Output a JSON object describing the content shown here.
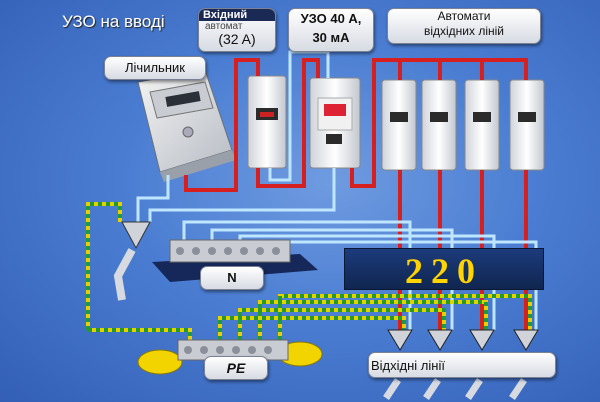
{
  "title": "УЗО на вводі",
  "labels": {
    "input_line1": "Вхідний",
    "input_line2": "автомат",
    "input_line3": "(32 A)",
    "rcd_line1": "УЗО 40 А,",
    "rcd_line2": "30 мА",
    "breakers_line1": "Автомати",
    "breakers_line2": "відхідних ліній",
    "meter": "Лічильник",
    "neutral": "N",
    "ground": "PE",
    "outgoing": "Відхідні лінії"
  },
  "display": {
    "voltage": "220"
  },
  "colors": {
    "phase": "#d62020",
    "neutral": "#bfe6ff",
    "ground_yellow": "#e8d000",
    "ground_green": "#1f9a35",
    "display_text": "#ffd400"
  }
}
